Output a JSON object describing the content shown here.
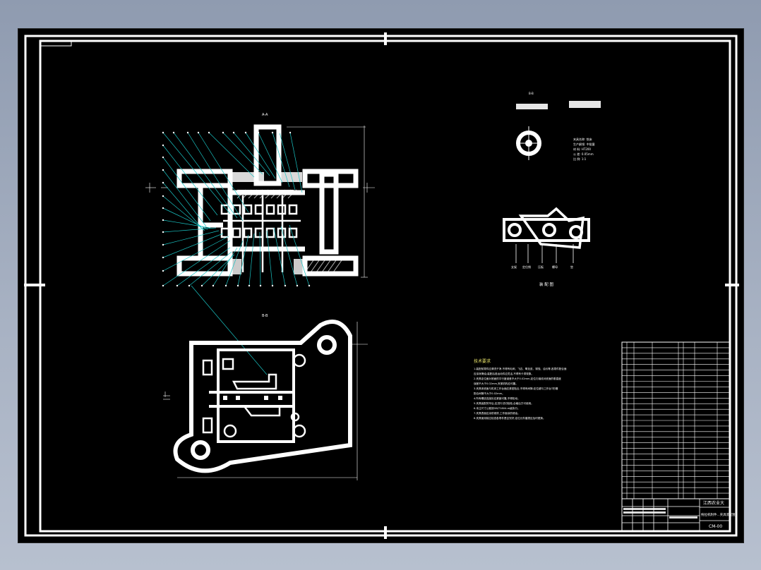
{
  "sheet": {
    "drawing_number": "CM-00",
    "school_block": "江西农业大",
    "title_block_name": "拖拉机附件...夹具装配图"
  },
  "views": {
    "section_top_label": "A-A",
    "section_bottom_label": "B-B",
    "aux_top_label": "B-B",
    "exploded_caption": "装 配 图",
    "center_spec_lines": [
      "夹具名称: 铣床",
      "生产纲领: 中批量",
      "材    料: HT200",
      "公    差: 0.05mm",
      "比    例: 1:1"
    ],
    "exploded_labels": [
      "支架",
      "定位销",
      "压板",
      "螺母",
      "垫"
    ]
  },
  "notes": {
    "heading": "技术要求",
    "lines": [
      "1.装配前零件应清洗干净,不得有毛刺、飞边、氧化皮、锈蚀、油污等,各零件配合面",
      "  应涂润滑油;装配后各运动件应灵活,不得有卡滞现象。",
      "2.夹具定位面对底面的平行度误差不大于0.02mm,定位孔轴线对底面的垂直度",
      "  误差不大于0.02mm,夹紧机构应可靠。",
      "3.夹具体底面与机床工作台面应紧密贴合,不得有间隙;定位键与工作台T形槽",
      "  配合间隙不大于0.02mm。",
      "4.所有螺纹连接处应紧固可靠,不得松动。",
      "5.夹具装配完毕后,应进行试切检验,合格后方可使用。",
      "6.未注尺寸公差按GB/T1804-m级执行。",
      "7.夹具表面应涂防锈漆,工作面涂防锈油。",
      "8.夹具使用前应检查各零件是否完好,定位元件磨损应及时更换。"
    ]
  },
  "bom": {
    "rows": 28
  }
}
